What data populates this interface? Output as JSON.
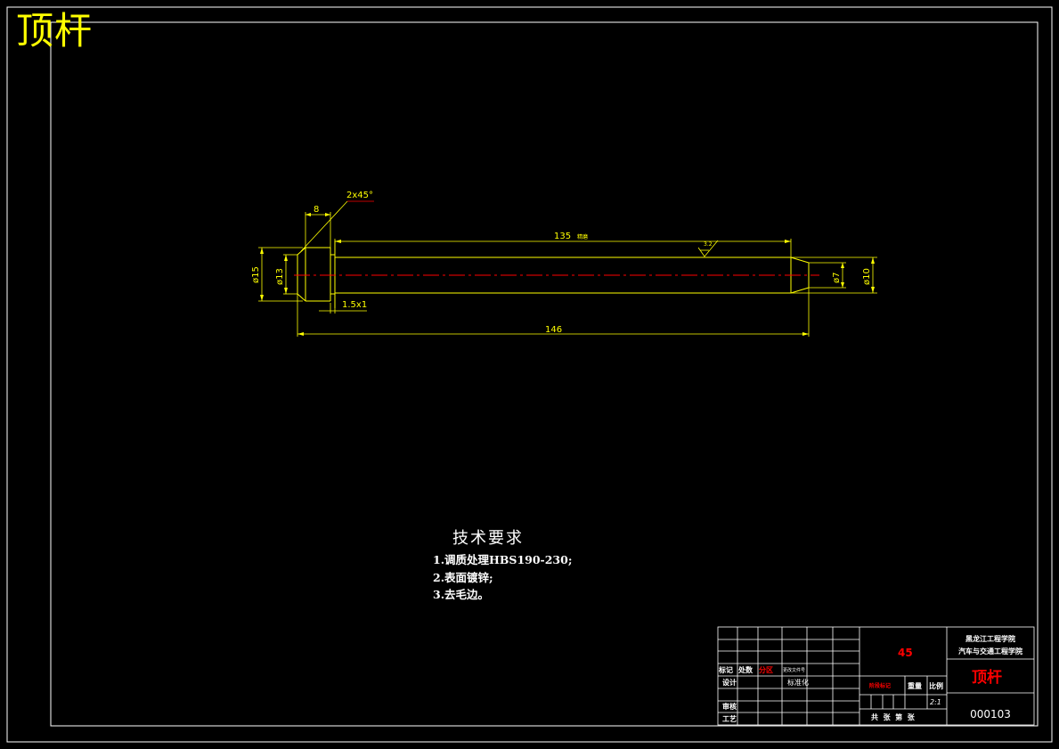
{
  "drawing": {
    "title": "顶杆",
    "colors": {
      "background": "#000000",
      "frame": "#ffffff",
      "part": "#ffff00",
      "centerline": "#ff0000",
      "dimension": "#ffff00",
      "title_block_accent": "#ff0000"
    }
  },
  "dimensions": {
    "chamfer": "2x45°",
    "head_length": "8",
    "shank_length": "135",
    "shank_length_suffix": "精磨",
    "undercut": "1.5x1",
    "overall_length": "146",
    "head_dia": "ø15",
    "neck_dia": "ø13",
    "tip_dia": "ø7",
    "shank_dia": "ø10"
  },
  "surface_finish": "3.2",
  "technical_requirements": {
    "heading": "技术要求",
    "items": [
      "1.调质处理HBS190-230;",
      "2.表面镀锌;",
      "3.去毛边。"
    ]
  },
  "title_block": {
    "material": "45",
    "school_line1": "黑龙江工程学院",
    "school_line2": "汽车与交通工程学院",
    "part_name": "顶杆",
    "drawing_number": "000103",
    "labels": {
      "revision_mark": "标记",
      "count": "处数",
      "zone": "分区",
      "change_doc": "更改文件号",
      "design": "设计",
      "standardize": "标准化",
      "review": "审核",
      "process": "工艺",
      "stage_mark": "阶段标记",
      "weight": "重量",
      "scale": "比例",
      "scale_value": "2:1",
      "sheets": "共  张  第  张"
    }
  }
}
